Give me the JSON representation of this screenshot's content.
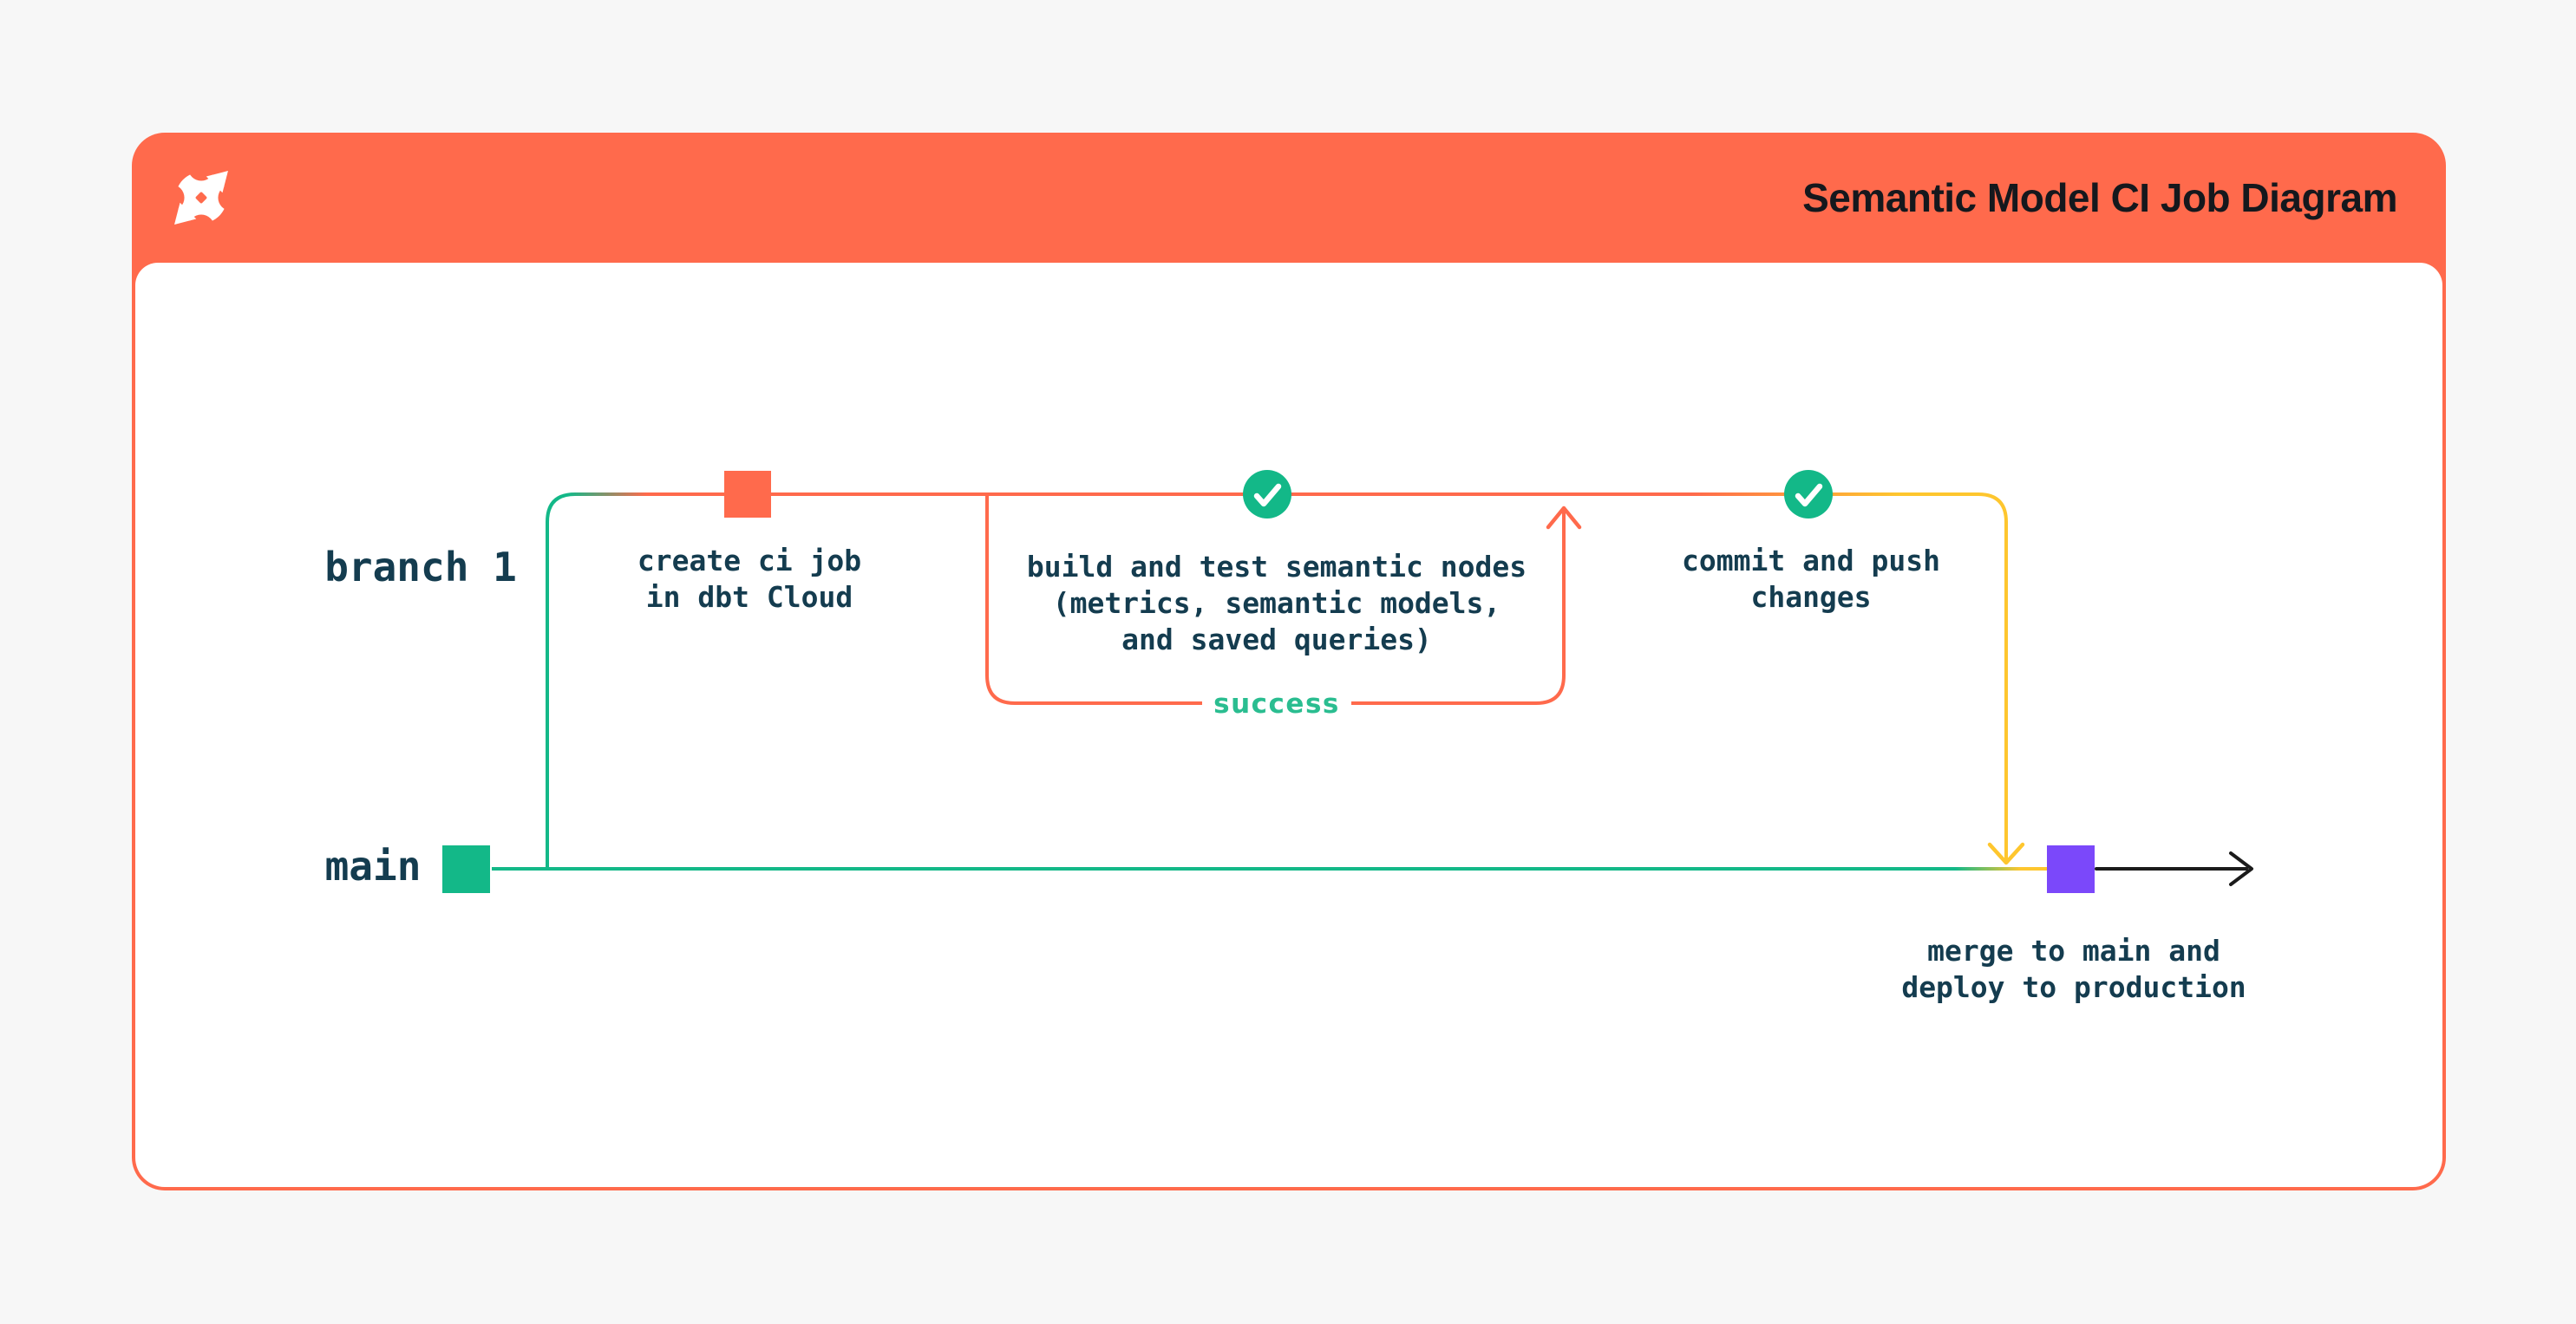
{
  "colors": {
    "orange": "#ff6a4c",
    "green": "#13b888",
    "success_green": "#2abd90",
    "yellow": "#fec62e",
    "purple": "#7b48fa",
    "ink": "#143c4f",
    "title_ink": "#15181d",
    "black": "#1b1b1b",
    "page_bg": "#f7f7f7",
    "card_bg": "#ffffff",
    "white": "#ffffff"
  },
  "header": {
    "title": "Semantic Model CI Job Diagram",
    "logo": "dbt-logo"
  },
  "diagram": {
    "branch_label": "branch 1",
    "main_label": "main",
    "success_label": "success",
    "nodes": {
      "create_ci": {
        "lines": [
          "create ci job",
          "in dbt Cloud"
        ]
      },
      "build_test": {
        "lines": [
          "build and test semantic nodes",
          "(metrics, semantic models,",
          "and saved queries)"
        ]
      },
      "commit_push": {
        "lines": [
          "commit and push",
          "changes"
        ]
      },
      "merge_deploy": {
        "lines": [
          "merge to main and",
          "deploy to production"
        ]
      }
    }
  }
}
